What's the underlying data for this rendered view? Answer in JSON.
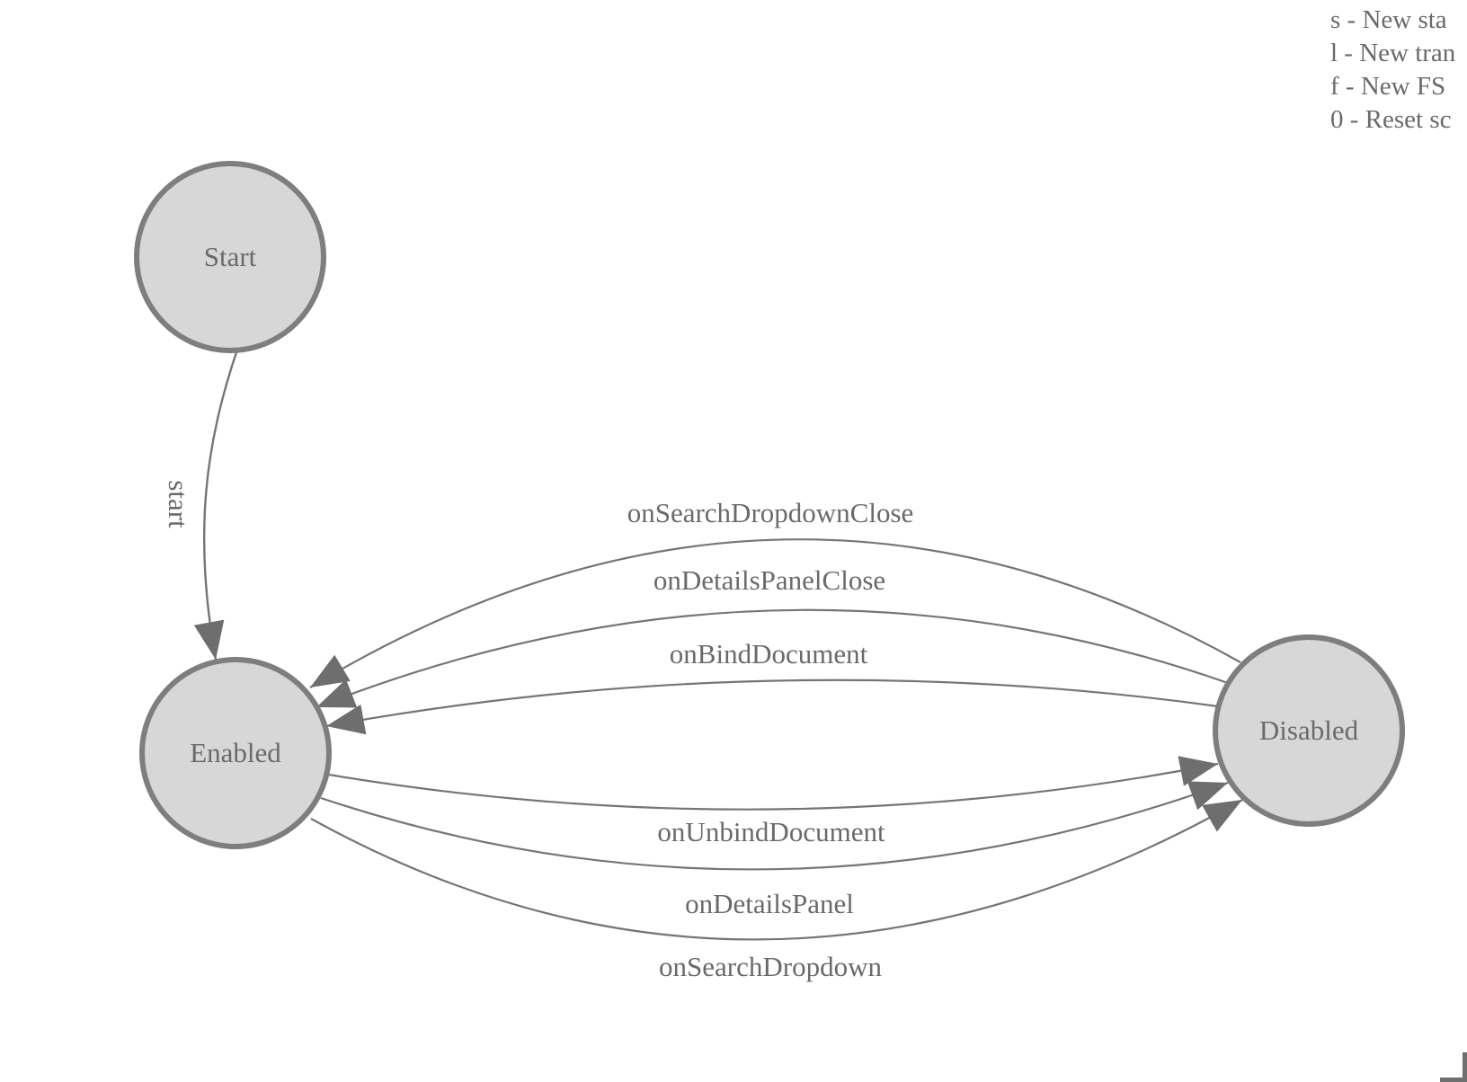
{
  "legend": {
    "items": [
      {
        "label": "s - New sta"
      },
      {
        "label": "l - New tran"
      },
      {
        "label": "f - New FS"
      },
      {
        "label": "0 - Reset sc"
      }
    ]
  },
  "nodes": [
    {
      "id": "start",
      "label": "Start"
    },
    {
      "id": "enabled",
      "label": "Enabled"
    },
    {
      "id": "disabled",
      "label": "Disabled"
    }
  ],
  "edges": [
    {
      "from": "start",
      "to": "enabled",
      "label": "start"
    },
    {
      "from": "disabled",
      "to": "enabled",
      "label": "onSearchDropdownClose"
    },
    {
      "from": "disabled",
      "to": "enabled",
      "label": "onDetailsPanelClose"
    },
    {
      "from": "disabled",
      "to": "enabled",
      "label": "onBindDocument"
    },
    {
      "from": "enabled",
      "to": "disabled",
      "label": "onUnbindDocument"
    },
    {
      "from": "enabled",
      "to": "disabled",
      "label": "onDetailsPanel"
    },
    {
      "from": "enabled",
      "to": "disabled",
      "label": "onSearchDropdown"
    }
  ],
  "colors": {
    "node_fill": "#d7d7d7",
    "node_stroke": "#7e7e7e",
    "edge_line": "#757575",
    "arrowhead": "#6e6e6e",
    "text": "#6a6a6a",
    "background": "#ffffff"
  }
}
